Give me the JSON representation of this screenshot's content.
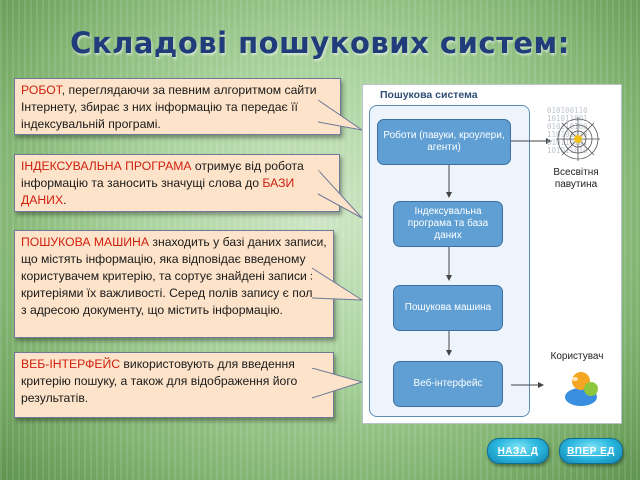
{
  "slide": {
    "title": "Складові пошукових систем:"
  },
  "callouts": [
    {
      "key": "РОБОТ",
      "text": ", переглядаючи за певним алгоритмом сайти Інтернету, збирає з них інформацію та передає її індексувальній програмі."
    },
    {
      "key": "ІНДЕКСУВАЛЬНА ПРОГРАМА",
      "text": " отримує від робота інформацію та заносить значущі слова до ",
      "key2": "БАЗИ ДАНИХ",
      "text2": "."
    },
    {
      "key": "ПОШУКОВА МАШИНА",
      "text": " знаходить у базі даних записи, що містять інформацію, яка відповідає введеному користувачем критерію, та сортує знайдені записи за критеріями їх важливості. Серед полів запису є поле з адресою документу, що містить інформацію."
    },
    {
      "key": "ВЕБ-ІНТЕРФЕЙС",
      "text": " використовують для введення критерію пошуку, а також для відображення його результатів."
    }
  ],
  "diagram": {
    "title": "Пошукова система",
    "boxes": [
      "Роботи (павуки, кроулери, агенти)",
      "Індексувальна програма та база даних",
      "Пошукова машина",
      "Веб-інтерфейс"
    ],
    "web_label": "Всесвітня павутина",
    "user_label": "Користувач",
    "binary": [
      "010100110",
      "101011001",
      "010110100",
      "110101010",
      "010110101",
      "101011010"
    ]
  },
  "nav": {
    "back": "НАЗА Д",
    "forward": "ВПЕР ЕД"
  },
  "colors": {
    "title": "#213c7a",
    "keyword": "#d02010",
    "callout_bg": "#fce3c9",
    "box_fill": "#5f9fd4",
    "button": "#2ab7de"
  }
}
